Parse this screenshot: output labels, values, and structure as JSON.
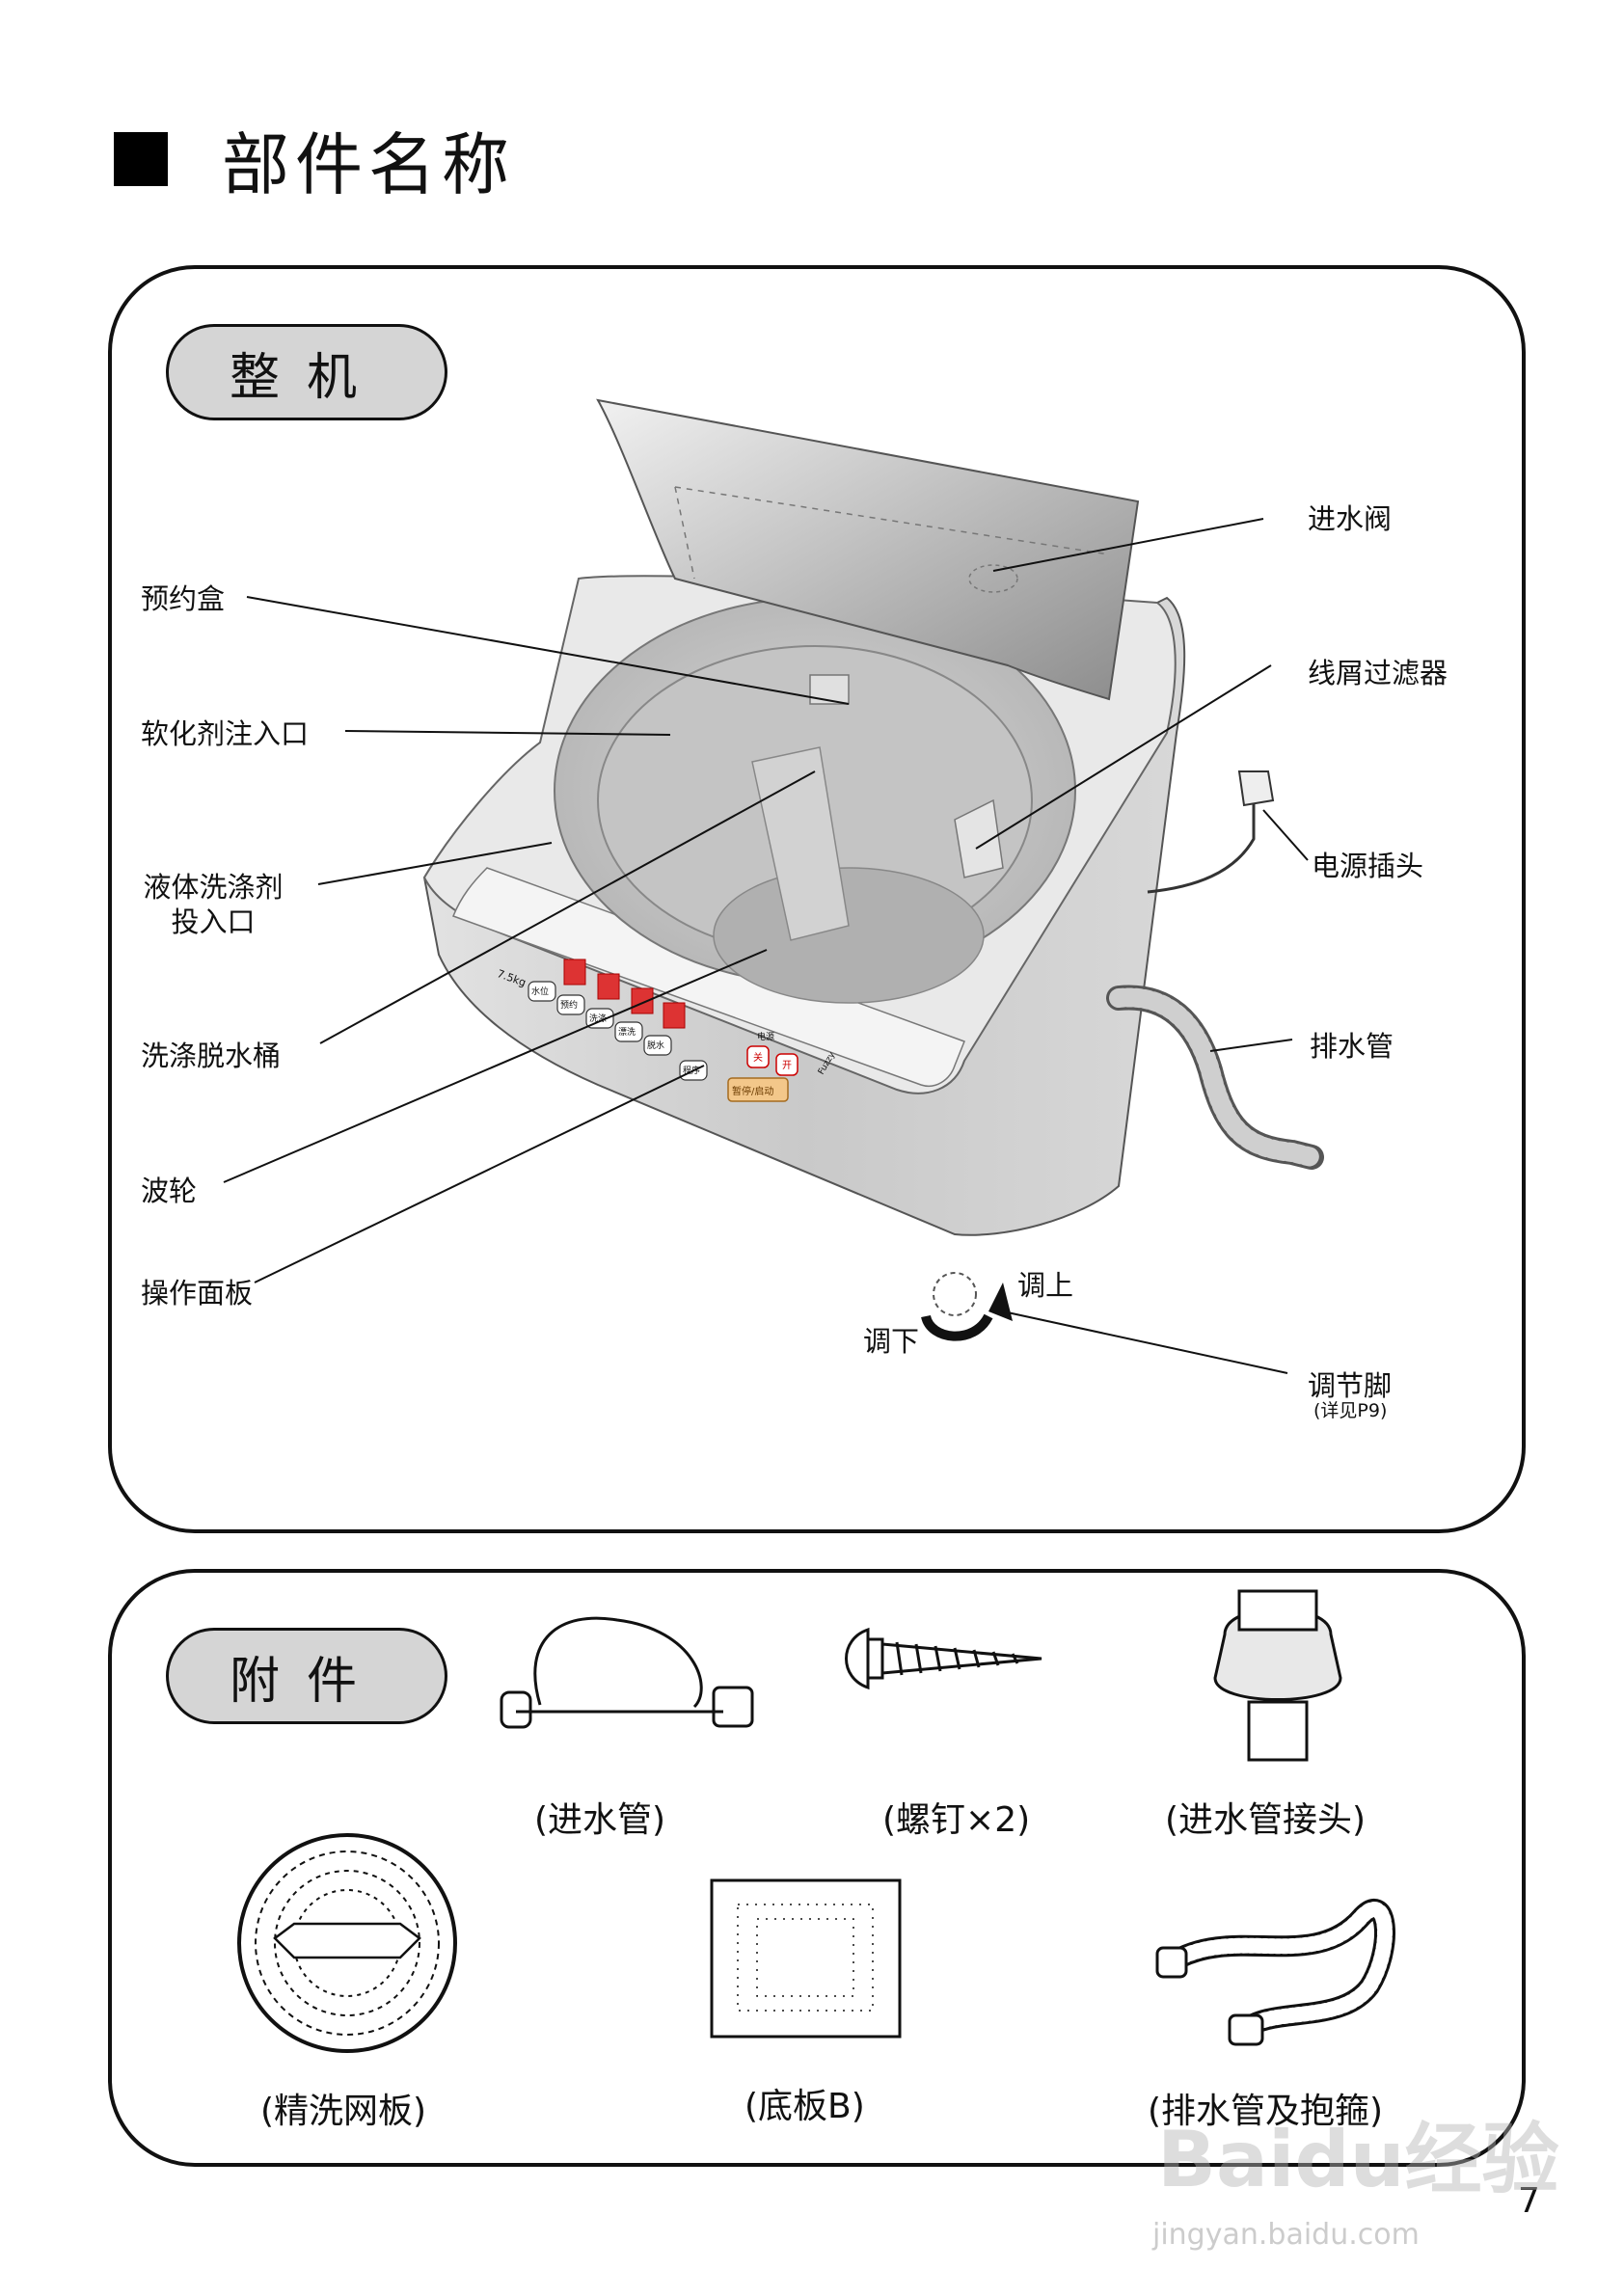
{
  "page": {
    "title": "部件名称",
    "number": "7"
  },
  "main_section": {
    "heading": "整机",
    "labels": {
      "reservation_box": "预约盒",
      "softener_inlet": "软化剂注入口",
      "liquid_detergent_inlet": "液体洗涤剂投入口",
      "wash_tub": "洗涤脱水桶",
      "pulsator": "波轮",
      "control_panel": "操作面板",
      "water_inlet_valve": "进水阀",
      "lint_filter": "线屑过滤器",
      "power_plug": "电源插头",
      "drain_hose": "排水管",
      "adjust_up": "调上",
      "adjust_down": "调下",
      "adjustable_foot": "调节脚",
      "adjustable_foot_note": "(详见P9)"
    },
    "control_panel_text": {
      "capacity": "7.5kg",
      "buttons": [
        "水位",
        "预约",
        "洗涤",
        "漂洗",
        "脱水",
        "程序"
      ],
      "power_label": "电源",
      "power_off": "关",
      "power_on": "开",
      "start_pause": "暂停/启动",
      "brand": "Fuzzy"
    }
  },
  "accessories_section": {
    "heading": "附件",
    "items": [
      "(进水管)",
      "(螺钉×2)",
      "(进水管接头)",
      "(精洗网板)",
      "(底板B)",
      "(排水管及抱箍)"
    ]
  },
  "watermark": {
    "brand": "Baidu经验",
    "url": "jingyan.baidu.com"
  }
}
